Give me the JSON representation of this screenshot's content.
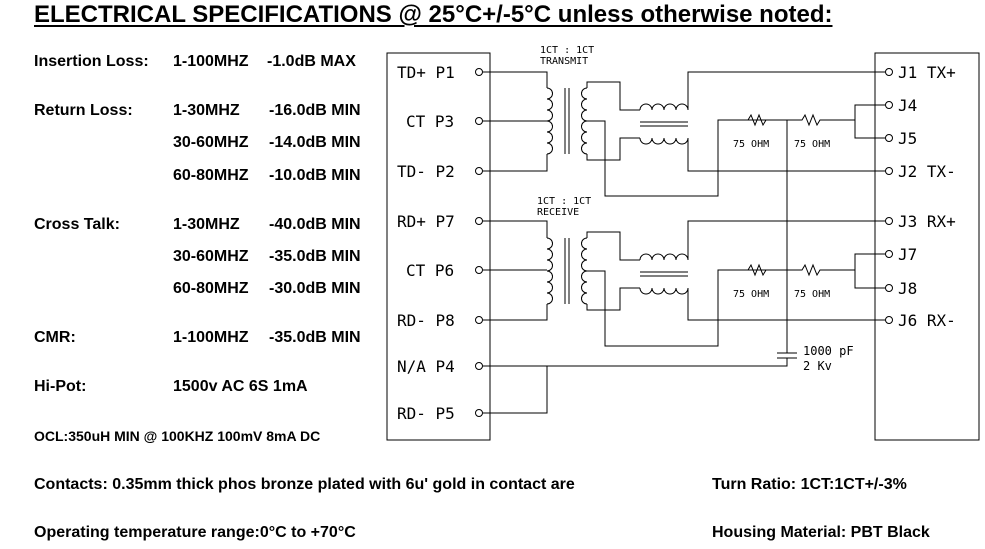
{
  "title": "ELECTRICAL SPECIFICATIONS @ 25°C+/-5°C unless otherwise noted:",
  "specs": {
    "insertion_loss": {
      "label": "Insertion Loss:",
      "rows": [
        {
          "range": "1-100MHZ",
          "value": "-1.0dB MAX"
        }
      ]
    },
    "return_loss": {
      "label": "Return Loss:",
      "rows": [
        {
          "range": "1-30MHZ",
          "value": "-16.0dB MIN"
        },
        {
          "range": "30-60MHZ",
          "value": "-14.0dB MIN"
        },
        {
          "range": "60-80MHZ",
          "value": "-10.0dB MIN"
        }
      ]
    },
    "cross_talk": {
      "label": "Cross Talk:",
      "rows": [
        {
          "range": "1-30MHZ",
          "value": "-40.0dB MIN"
        },
        {
          "range": "30-60MHZ",
          "value": "-35.0dB MIN"
        },
        {
          "range": "60-80MHZ",
          "value": "-30.0dB MIN"
        }
      ]
    },
    "cmr": {
      "label": "CMR:",
      "rows": [
        {
          "range": "1-100MHZ",
          "value": "-35.0dB MIN"
        }
      ]
    },
    "hipot": {
      "label": "Hi-Pot:",
      "value": "1500v AC 6S 1mA"
    },
    "ocl": "OCL:350uH MIN @ 100KHZ 100mV 8mA DC"
  },
  "footer": {
    "contacts": "Contacts: 0.35mm thick phos bronze plated with 6u' gold in contact are",
    "operating_temp": "Operating temperature range:0°C to +70°C",
    "turn_ratio": "Turn Ratio: 1CT:1CT+/-3%",
    "housing": "Housing Material: PBT Black"
  },
  "schematic": {
    "left_pins": [
      "TD+ P1",
      "CT P3",
      "TD- P2",
      "RD+ P7",
      "CT P6",
      "RD- P8",
      "N/A P4",
      "RD- P5"
    ],
    "right_pins": [
      "J1 TX+",
      "J4",
      "J5",
      "J2 TX-",
      "J3 RX+",
      "J7",
      "J8",
      "J6 RX-"
    ],
    "transmit_ratio": "1CT : 1CT",
    "transmit_label": "TRANSMIT",
    "receive_ratio": "1CT : 1CT",
    "receive_label": "RECEIVE",
    "resistor_label": "75 OHM",
    "capacitor_value": "1000 pF",
    "capacitor_voltage": "2 Kv"
  }
}
